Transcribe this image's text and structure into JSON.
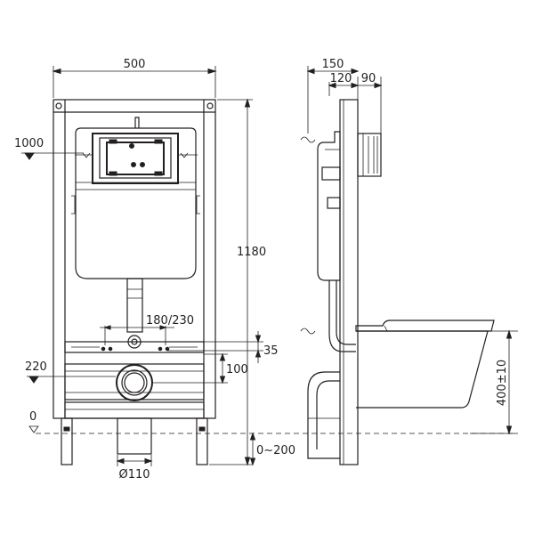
{
  "dimensions": {
    "frame_width": "500",
    "frame_height": "1180",
    "depth_total": "150",
    "depth_frame": "120",
    "depth_button": "90",
    "button_height": "1000",
    "button_spacing": "180/230",
    "bolt_offset": "35",
    "outlet_offset": "100",
    "outlet_height": "220",
    "floor_level": "0",
    "leg_adjust": "0~200",
    "pipe_diameter": "Ø110",
    "bowl_height": "400±10"
  }
}
